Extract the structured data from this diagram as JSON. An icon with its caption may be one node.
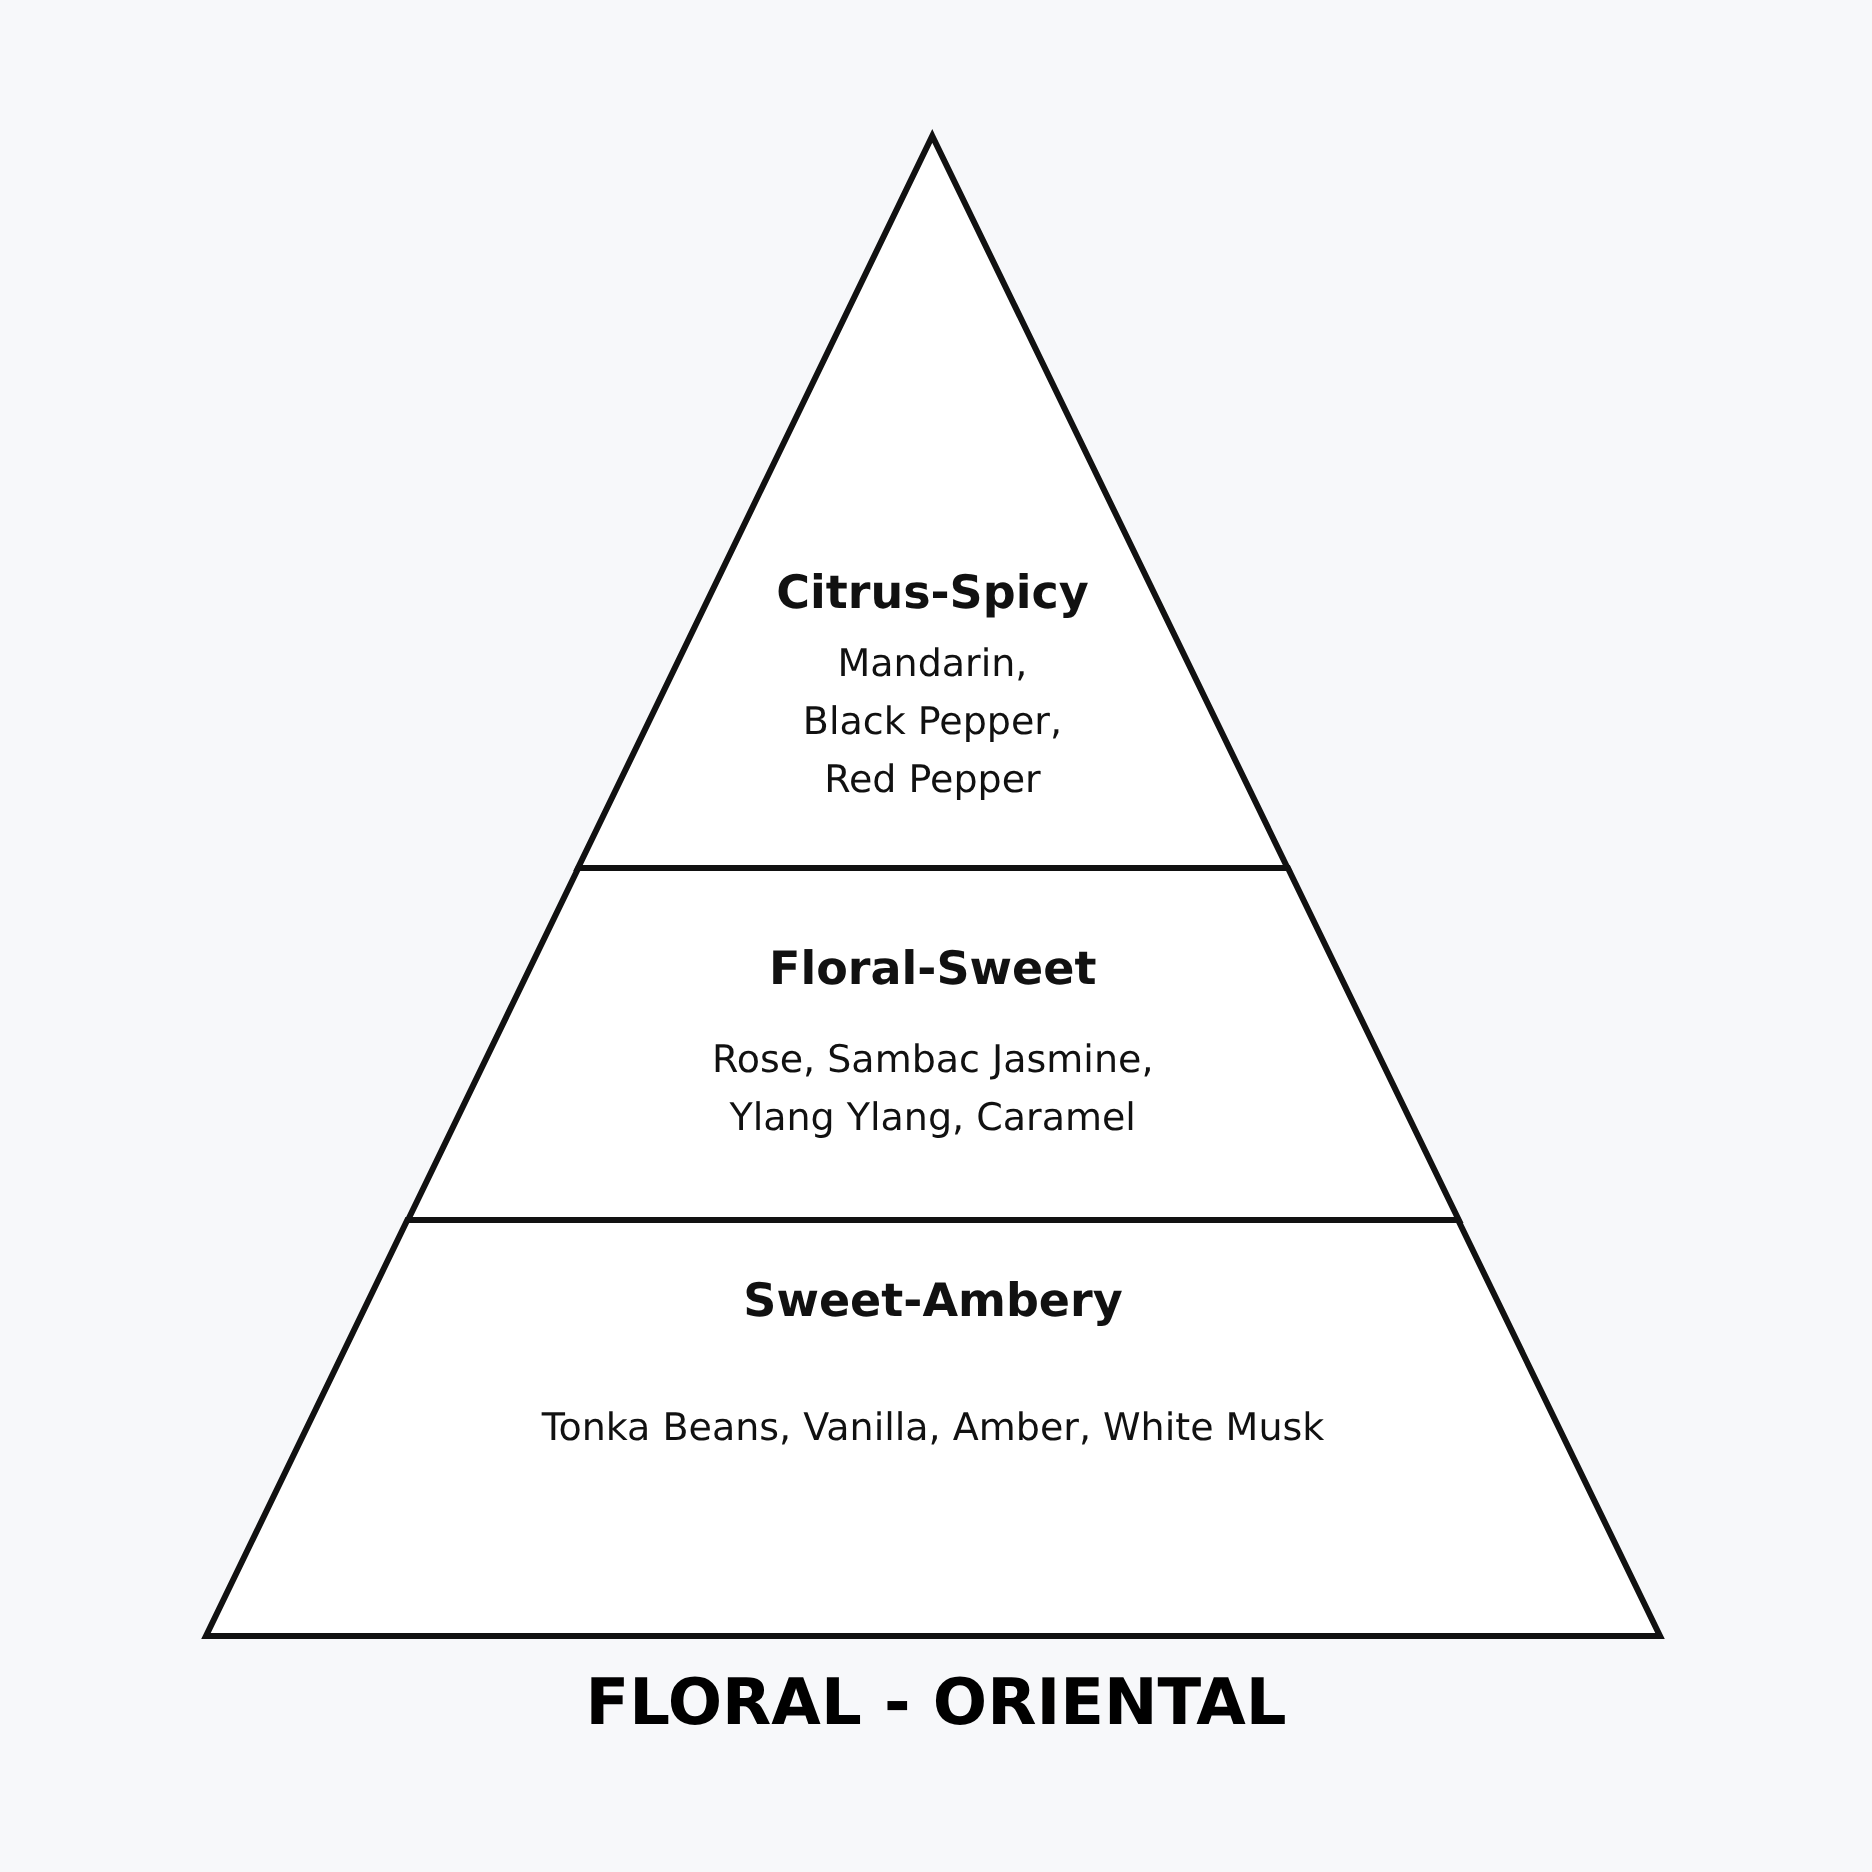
{
  "diagram": {
    "caption": "FLORAL - ORIENTAL",
    "nodes": [
      {
        "text": [
          "Citrus-Spicy",
          "Mandarin, Black Pepper, Red Pepper"
        ]
      },
      {
        "text": [
          "Floral-Sweet",
          "Rose, Sambac Jasmine, Ylang Ylang, Caramel"
        ]
      },
      {
        "text": [
          "Sweet-Ambery",
          "Tonka Beans, Vanilla, Amber, White Musk"
        ]
      }
    ]
  }
}
